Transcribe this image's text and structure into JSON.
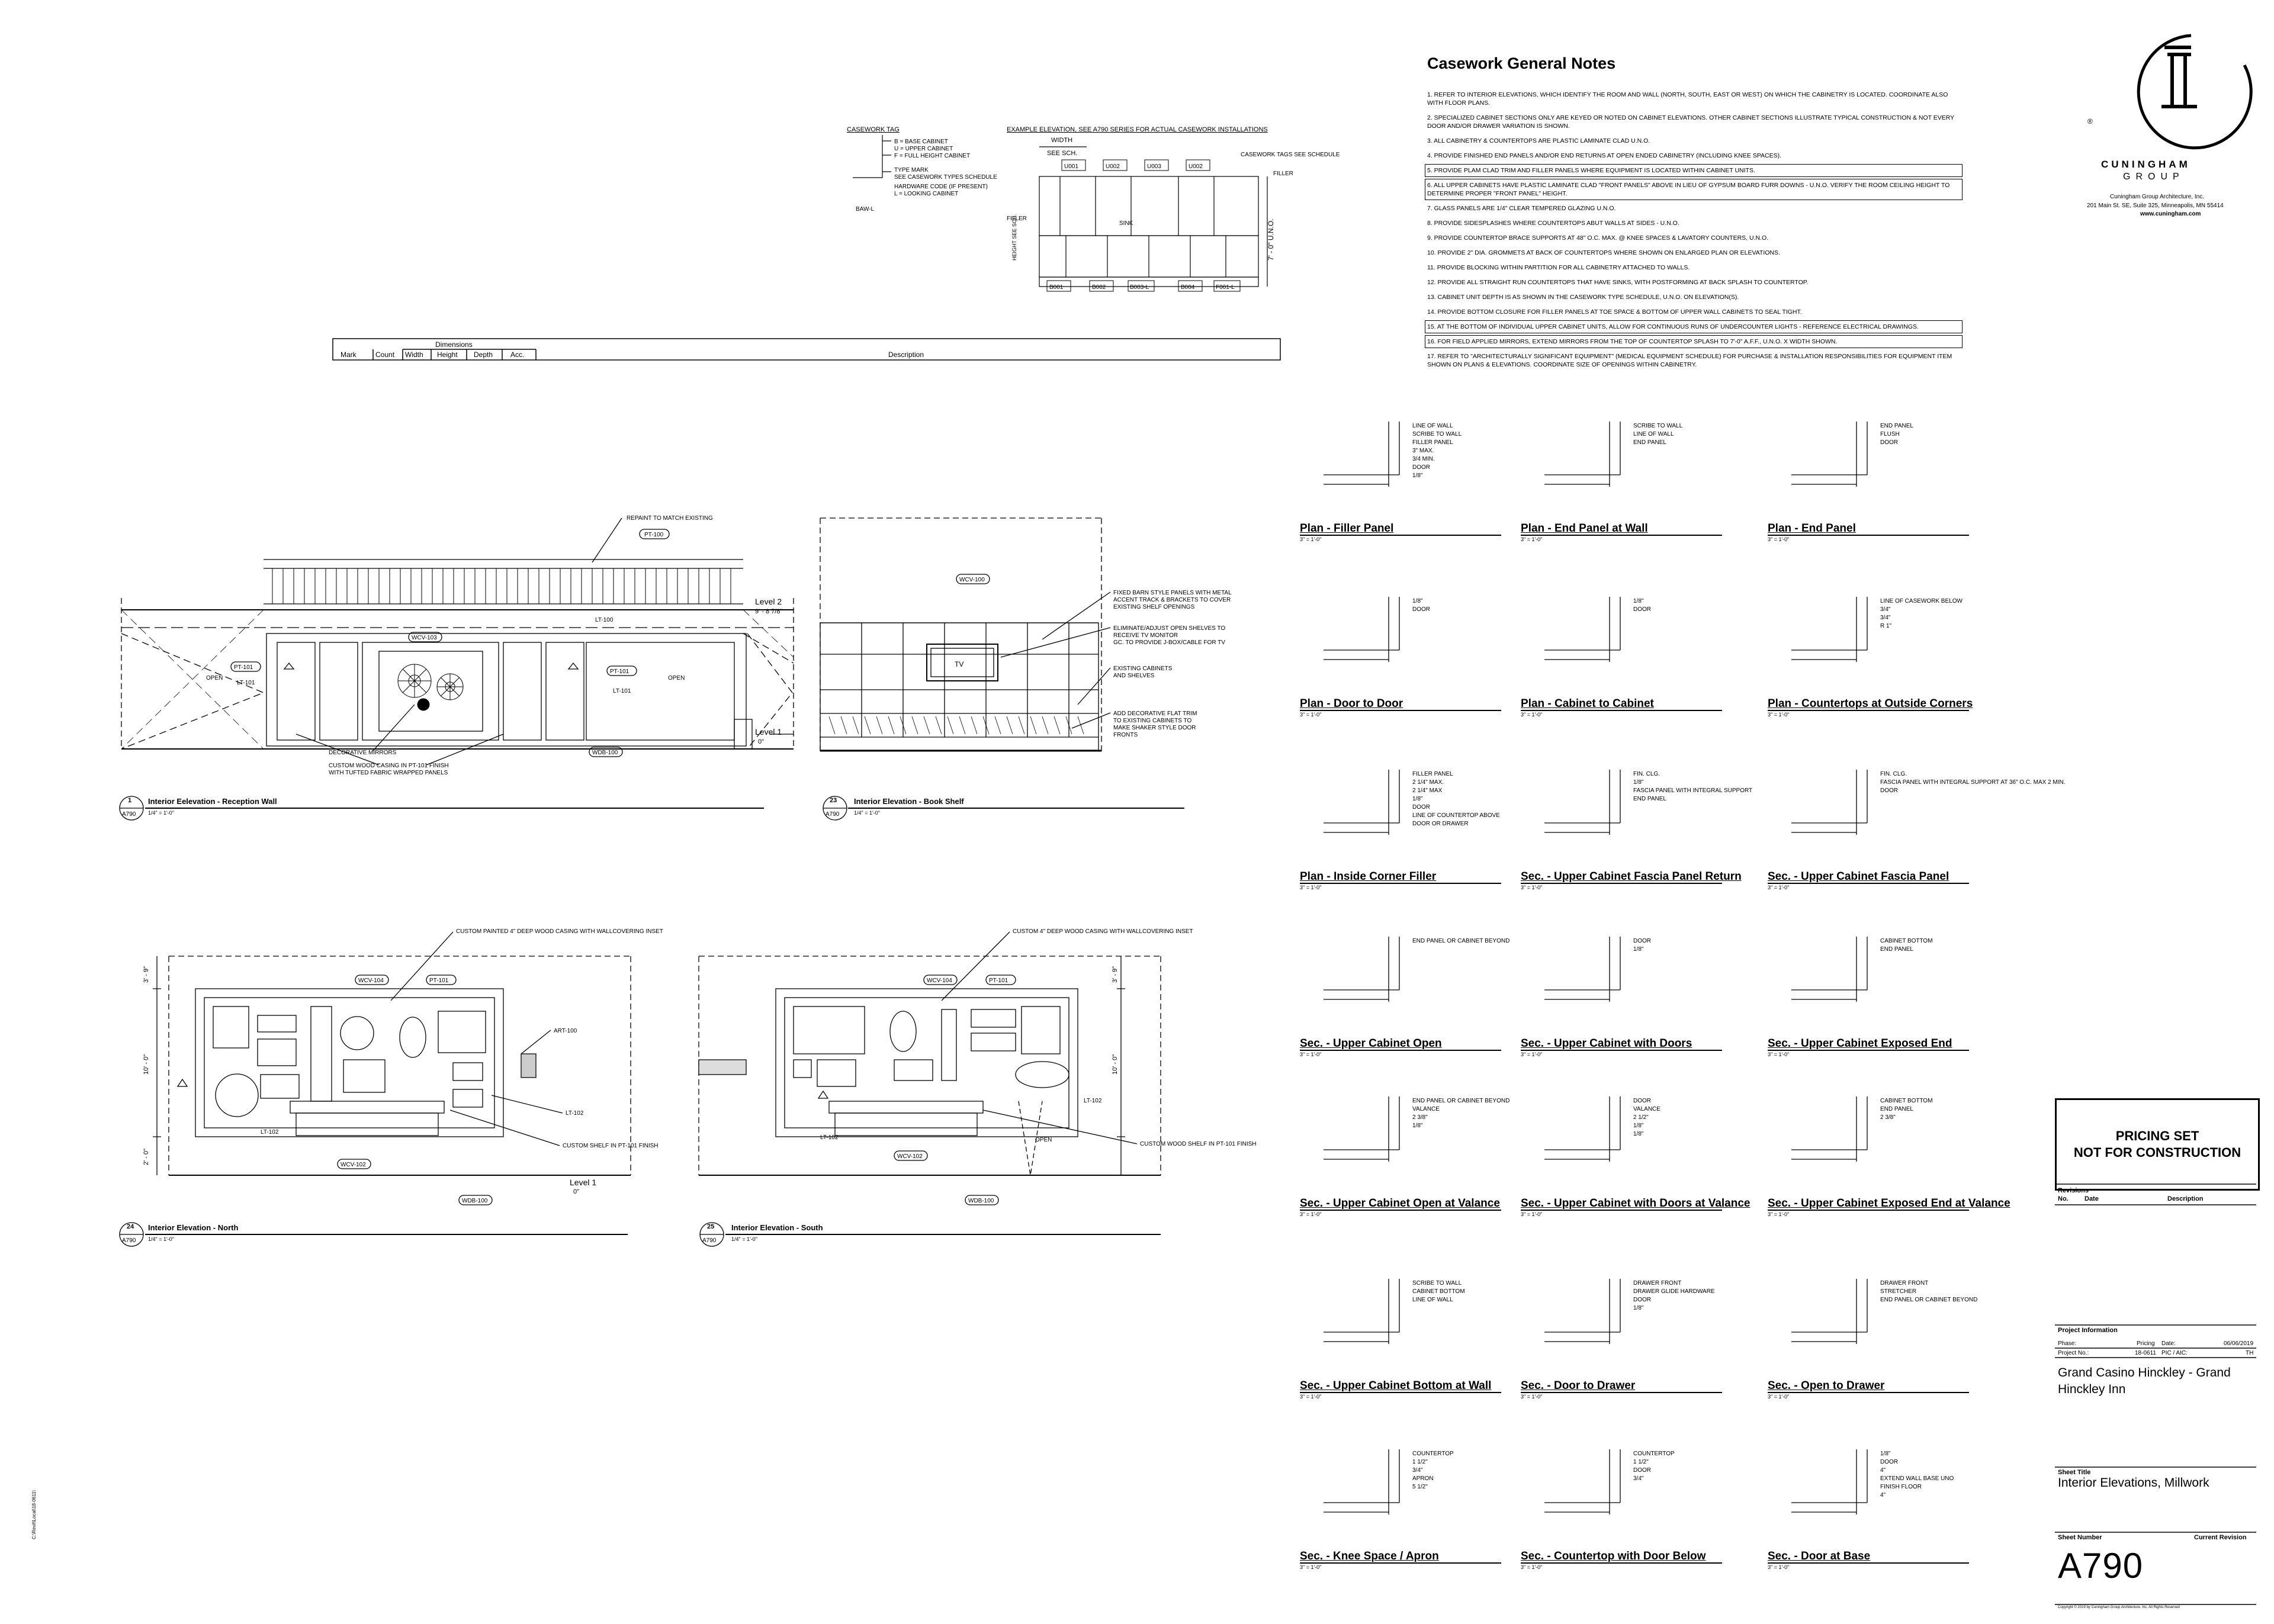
{
  "notes": {
    "title": "Casework General Notes",
    "items": [
      "1. REFER TO INTERIOR ELEVATIONS, WHICH IDENTIFY THE ROOM AND WALL (NORTH, SOUTH, EAST OR WEST) ON WHICH THE CABINETRY IS LOCATED. COORDINATE ALSO WITH FLOOR PLANS.",
      "2. SPECIALIZED CABINET SECTIONS ONLY ARE KEYED OR NOTED ON CABINET ELEVATIONS. OTHER CABINET SECTIONS ILLUSTRATE TYPICAL CONSTRUCTION & NOT EVERY DOOR AND/OR DRAWER VARIATION IS SHOWN.",
      "3. ALL CABINETRY & COUNTERTOPS ARE PLASTIC LAMINATE CLAD U.N.O.",
      "4. PROVIDE FINISHED END PANELS AND/OR END RETURNS AT OPEN ENDED CABINETRY (INCLUDING KNEE SPACES).",
      "5. PROVIDE PLAM CLAD TRIM AND FILLER PANELS WHERE EQUIPMENT IS LOCATED WITHIN CABINET UNITS.",
      "6. ALL UPPER CABINETS HAVE PLASTIC LAMINATE CLAD \"FRONT PANELS\" ABOVE IN LIEU OF GYPSUM BOARD FURR DOWNS - U.N.O. VERIFY THE ROOM CEILING HEIGHT TO DETERMINE PROPER \"FRONT PANEL\" HEIGHT.",
      "7. GLASS PANELS ARE 1/4\" CLEAR TEMPERED GLAZING U.N.O.",
      "8. PROVIDE SIDESPLASHES WHERE COUNTERTOPS ABUT WALLS AT SIDES - U.N.O.",
      "9. PROVIDE COUNTERTOP BRACE SUPPORTS AT 48\" O.C. MAX. @ KNEE SPACES & LAVATORY COUNTERS, U.N.O.",
      "10. PROVIDE 2\" DIA. GROMMETS AT BACK OF COUNTERTOPS WHERE SHOWN ON ENLARGED PLAN OR ELEVATIONS.",
      "11. PROVIDE BLOCKING WITHIN PARTITION FOR ALL CABINETRY ATTACHED TO WALLS.",
      "12. PROVIDE ALL STRAIGHT RUN COUNTERTOPS THAT HAVE SINKS, WITH POSTFORMING AT BACK SPLASH TO COUNTERTOP.",
      "13. CABINET UNIT DEPTH IS AS SHOWN IN THE CASEWORK TYPE SCHEDULE, U.N.O. ON ELEVATION(S).",
      "14. PROVIDE BOTTOM CLOSURE FOR FILLER PANELS AT TOE SPACE & BOTTOM OF UPPER WALL CABINETS TO SEAL TIGHT.",
      "15. AT THE BOTTOM OF INDIVIDUAL UPPER CABINET UNITS, ALLOW FOR CONTINUOUS RUNS OF UNDERCOUNTER LIGHTS - REFERENCE ELECTRICAL DRAWINGS.",
      "16. FOR FIELD APPLIED MIRRORS, EXTEND MIRRORS FROM THE TOP OF COUNTERTOP SPLASH TO 7'-0\" A.F.F., U.N.O. X WIDTH SHOWN.",
      "17. REFER TO \"ARCHITECTURALLY SIGNIFICANT EQUIPMENT\" (MEDICAL EQUIPMENT SCHEDULE) FOR PURCHASE & INSTALLATION RESPONSIBILITIES FOR EQUIPMENT ITEM SHOWN ON PLANS & ELEVATIONS. COORDINATE SIZE OF OPENINGS WITHIN CABINETRY."
    ]
  },
  "casework_tag": {
    "title": "CASEWORK TAG",
    "lines": [
      "B = BASE CABINET",
      "U = UPPER CABINET",
      "F = FULL HEIGHT CABINET",
      "TYPE MARK",
      "SEE CASEWORK TYPES SCHEDULE",
      "HARDWARE CODE (IF PRESENT)",
      "L = LOOKING CABINET"
    ],
    "tag": "BAW-L"
  },
  "example_elevation": {
    "title": "EXAMPLE ELEVATION, SEE A790 SERIES FOR ACTUAL CASEWORK INSTALLATIONS",
    "width": "WIDTH",
    "see_sch": "SEE SCH.",
    "uppers": [
      "U001",
      "U002",
      "U003",
      "U002"
    ],
    "bases": [
      "B001",
      "B002",
      "B003-L",
      "B004",
      "F001-L"
    ],
    "tags_note": "CASEWORK TAGS SEE SCHEDULE",
    "filler_r": "FILLER",
    "filler_l": "FILLER",
    "sink": "SINK",
    "height": "HEIGHT SEE SCH.",
    "uno": "7' - 0\" U.N.O."
  },
  "schedule": {
    "dimensions": "Dimensions",
    "headers": [
      "Mark",
      "Count",
      "Width",
      "Height",
      "Depth",
      "Acc.",
      "Description"
    ]
  },
  "elevations": {
    "reception": {
      "num": "1",
      "sheet": "A790",
      "title": "Interior Eelevation - Reception Wall",
      "scale": "1/4\" = 1'-0\"",
      "level2": "Level 2",
      "level2_val": "9' - 8 7/8\"",
      "level1": "Level 1",
      "level1_val": "0\"",
      "notes": [
        "REPAINT TO MATCH EXISTING",
        "DECORATIVE MIRRORS",
        "CUSTOM WOOD CASING IN PT-101 FINISH",
        "WITH TUFTED FABRIC WRAPPED PANELS"
      ],
      "tags": [
        "PT-100",
        "WCV-103",
        "LT-100",
        "PT-101",
        "LT-101",
        "PT-101",
        "LT-101",
        "WDB-100"
      ],
      "open": "OPEN"
    },
    "bookshelf": {
      "num": "23",
      "sheet": "A790",
      "title": "Interior Elevation - Book Shelf",
      "scale": "1/4\" = 1'-0\"",
      "tag": "WCV-100",
      "tv": "TV",
      "notes": [
        "FIXED BARN STYLE PANELS WITH METAL",
        "ACCENT TRACK & BRACKETS TO COVER",
        "EXISTING SHELF OPENINGS",
        "ELIMINATE/ADJUST OPEN SHELVES TO",
        "RECEIVE TV MONITOR",
        "GC. TO PROVIDE J-BOX/CABLE FOR TV",
        "EXISTING CABINETS",
        "AND SHELVES",
        "ADD DECORATIVE FLAT TRIM",
        "TO EXISTING CABINETS TO",
        "MAKE SHAKER STYLE DOOR",
        "FRONTS"
      ]
    },
    "north": {
      "num": "24",
      "sheet": "A790",
      "title": "Interior Elevation - North",
      "scale": "1/4\" = 1'-0\"",
      "note_top": "CUSTOM PAINTED 4\" DEEP WOOD CASING WITH WALLCOVERING INSET",
      "tags": [
        "WCV-104",
        "PT-101",
        "WCV-102",
        "WDB-100"
      ],
      "labels": [
        "ART-100",
        "LT-102",
        "LT-102",
        "CUSTOM SHELF IN PT-101 FINISH"
      ],
      "dims": [
        "3' - 9\"",
        "10' - 0\"",
        "2' - 0\""
      ],
      "level": "Level 1",
      "level_val": "0\""
    },
    "south": {
      "num": "25",
      "sheet": "A790",
      "title": "Interior Elevation - South",
      "scale": "1/4\" = 1'-0\"",
      "note_top": "CUSTOM  4\" DEEP WOOD CASING WITH WALLCOVERING INSET",
      "tags": [
        "WCV-104",
        "PT-101",
        "WCV-102",
        "WDB-100"
      ],
      "labels": [
        "LT-102",
        "LT-102",
        "OPEN",
        "CUSTOM WOOD SHELF IN PT-101 FINISH"
      ],
      "dims": [
        "3' - 9\"",
        "10' - 0\""
      ]
    }
  },
  "details": [
    {
      "title": "Plan - Filler Panel",
      "scale": "3\" = 1'-0\"",
      "labels": [
        "LINE OF WALL",
        "SCRIBE TO WALL",
        "FILLER PANEL",
        "3\" MAX.",
        "3/4 MIN.",
        "DOOR",
        "1/8\""
      ]
    },
    {
      "title": "Plan - End Panel at Wall",
      "scale": "3\" = 1'-0\"",
      "labels": [
        "SCRIBE TO WALL",
        "LINE OF WALL",
        "END PANEL"
      ]
    },
    {
      "title": "Plan - End Panel",
      "scale": "3\" = 1'-0\"",
      "labels": [
        "END PANEL",
        "FLUSH",
        "DOOR"
      ]
    },
    {
      "title": "Plan - Door to Door",
      "scale": "3\" = 1'-0\"",
      "labels": [
        "1/8\"",
        "DOOR"
      ]
    },
    {
      "title": "Plan - Cabinet to Cabinet",
      "scale": "3\" = 1'-0\"",
      "labels": [
        "1/8\"",
        "DOOR"
      ]
    },
    {
      "title": "Plan - Countertops at Outside Corners",
      "scale": "3\" = 1'-0\"",
      "labels": [
        "LINE OF CASEWORK BELOW",
        "3/4\"",
        "3/4\"",
        "R 1\""
      ]
    },
    {
      "title": "Plan - Inside Corner Filler",
      "scale": "3\" = 1'-0\"",
      "labels": [
        "FILLER PANEL",
        "2 1/4\" MAX.",
        "2 1/4\" MAX",
        "1/8\"",
        "DOOR",
        "LINE OF COUNTERTOP ABOVE",
        "DOOR OR DRAWER"
      ]
    },
    {
      "title": "Sec. - Upper Cabinet Fascia Panel Return",
      "scale": "3\" = 1'-0\"",
      "labels": [
        "FIN. CLG.",
        "1/8\"",
        "FASCIA PANEL WITH INTEGRAL SUPPORT",
        "END PANEL"
      ]
    },
    {
      "title": "Sec. - Upper Cabinet Fascia Panel",
      "scale": "3\" = 1'-0\"",
      "labels": [
        "FIN. CLG.",
        "FASCIA PANEL WITH INTEGRAL SUPPORT AT 36\" O.C. MAX 2 MIN.",
        "DOOR"
      ]
    },
    {
      "title": "Sec. - Upper Cabinet Open",
      "scale": "3\" = 1'-0\"",
      "labels": [
        "END PANEL OR CABINET BEYOND"
      ]
    },
    {
      "title": "Sec. - Upper Cabinet with Doors",
      "scale": "3\" = 1'-0\"",
      "labels": [
        "DOOR",
        "1/8\""
      ]
    },
    {
      "title": "Sec. - Upper Cabinet Exposed End",
      "scale": "3\" = 1'-0\"",
      "labels": [
        "CABINET BOTTOM",
        "END PANEL"
      ]
    },
    {
      "title": "Sec. - Upper Cabinet Open at Valance",
      "scale": "3\" = 1'-0\"",
      "labels": [
        "END PANEL OR CABINET BEYOND",
        "VALANCE",
        "2 3/8\"",
        "1/8\""
      ]
    },
    {
      "title": "Sec. - Upper Cabinet with Doors at Valance",
      "scale": "3\" = 1'-0\"",
      "labels": [
        "DOOR",
        "VALANCE",
        "2 1/2\"",
        "1/8\"",
        "1/8\""
      ]
    },
    {
      "title": "Sec. - Upper Cabinet Exposed End at Valance",
      "scale": "3\" = 1'-0\"",
      "labels": [
        "CABINET BOTTOM",
        "END PANEL",
        "2 3/8\""
      ]
    },
    {
      "title": "Sec. - Upper Cabinet Bottom at Wall",
      "scale": "3\" = 1'-0\"",
      "labels": [
        "SCRIBE TO WALL",
        "CABINET BOTTOM",
        "LINE OF WALL"
      ]
    },
    {
      "title": "Sec. - Door to Drawer",
      "scale": "3\" = 1'-0\"",
      "labels": [
        "DRAWER FRONT",
        "DRAWER GLIDE HARDWARE",
        "DOOR",
        "1/8\""
      ]
    },
    {
      "title": "Sec. - Open to Drawer",
      "scale": "3\" = 1'-0\"",
      "labels": [
        "DRAWER FRONT",
        "STRETCHER",
        "END PANEL OR CABINET BEYOND"
      ]
    },
    {
      "title": "Sec. - Knee Space / Apron",
      "scale": "3\" = 1'-0\"",
      "labels": [
        "COUNTERTOP",
        "1 1/2\"",
        "3/4\"",
        "APRON",
        "5 1/2\""
      ]
    },
    {
      "title": "Sec. - Countertop with Door Below",
      "scale": "3\" = 1'-0\"",
      "labels": [
        "COUNTERTOP",
        "1 1/2\"",
        "DOOR",
        "3/4\""
      ]
    },
    {
      "title": "Sec. - Door at Base",
      "scale": "3\" = 1'-0\"",
      "labels": [
        "1/8\"",
        "DOOR",
        "4\"",
        "EXTEND WALL BASE UNO",
        "FINISH FLOOR",
        "4\""
      ]
    }
  ],
  "titleblock": {
    "company": "CUNINGHAM",
    "company2": "GROUP",
    "registered": "®",
    "firm": "Cuningham Group Architecture, Inc.",
    "address": "201 Main St. SE, Suite 325, Minneapolis, MN  55414",
    "web": "www.cuningham.com",
    "stamp_line1": "PRICING SET",
    "stamp_line2": "NOT FOR CONSTRUCTION",
    "revisions": "Revisions",
    "rev_headers": [
      "No.",
      "Date",
      "Description"
    ],
    "project_info": "Project Information",
    "phase_lbl": "Phase:",
    "phase": "Pricing",
    "date_lbl": "Date:",
    "date": "06/06/2019",
    "projno_lbl": "Project No.:",
    "projno": "18-0611",
    "pic_lbl": "PIC / AIC:",
    "pic": "TH",
    "project_name": "Grand Casino Hinckley - Grand Hinckley Inn",
    "sheet_title_lbl": "Sheet Title",
    "sheet_title": "Interior Elevations, Millwork",
    "sheet_number_lbl": "Sheet Number",
    "current_revision_lbl": "Current Revision",
    "sheet_number": "A790",
    "copyright": "Copyright © 2019 by Cuningham Group Architecture, Inc. All Rights Reserved"
  }
}
